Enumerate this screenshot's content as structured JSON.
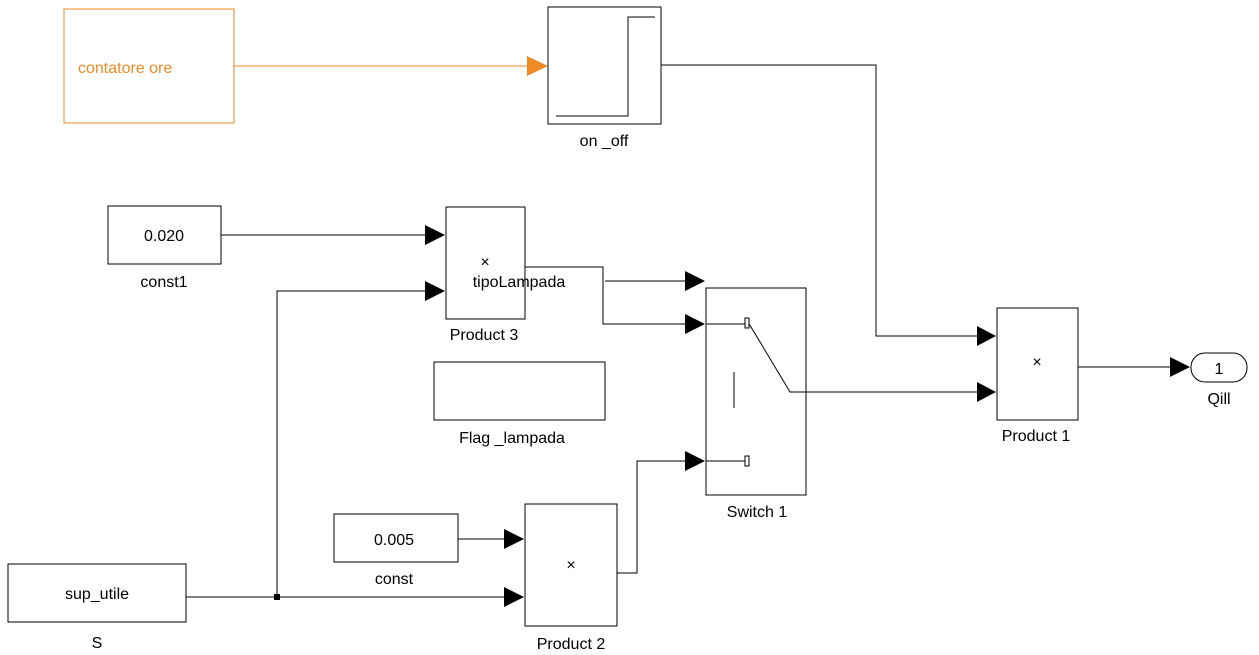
{
  "blocks": {
    "contatore": {
      "text": "contatore ore"
    },
    "on_off": {
      "label": "on _off"
    },
    "const1": {
      "value": "0.020",
      "label": "const1"
    },
    "product3": {
      "symbol": "×",
      "label": "Product 3"
    },
    "flag_lampada": {
      "value": "tipoLampada",
      "label": "Flag _lampada"
    },
    "switch1": {
      "label": "Switch 1"
    },
    "product1": {
      "symbol": "×",
      "label": "Product 1"
    },
    "qill": {
      "value": "1",
      "label": "Qill"
    },
    "const": {
      "value": "0.005",
      "label": "const"
    },
    "product2": {
      "symbol": "×",
      "label": "Product 2"
    },
    "sup_utile": {
      "value": "sup_utile",
      "label": "S"
    }
  },
  "colors": {
    "orange": "#f08a24",
    "line": "#000000"
  }
}
